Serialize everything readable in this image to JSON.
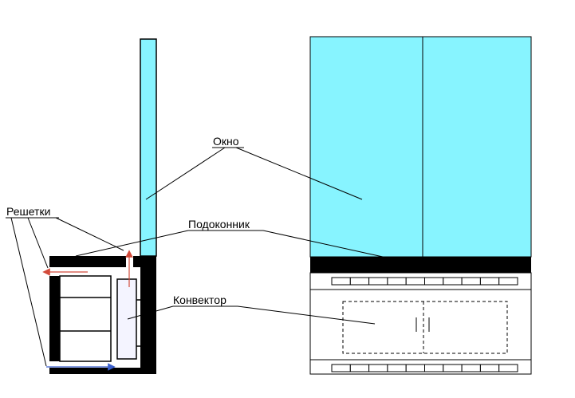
{
  "labels": {
    "window": "Окно",
    "sill": "Подоконник",
    "grilles": "Решетки",
    "convector": "Конвектор"
  },
  "colors": {
    "glass": "#87F4FF",
    "wall": "#000000",
    "outline": "#000000",
    "panel": "#F4F4FF",
    "warm_arrow": "#D24A3A",
    "cool_arrow": "#3A5FCD",
    "background": "#FFFFFF"
  }
}
